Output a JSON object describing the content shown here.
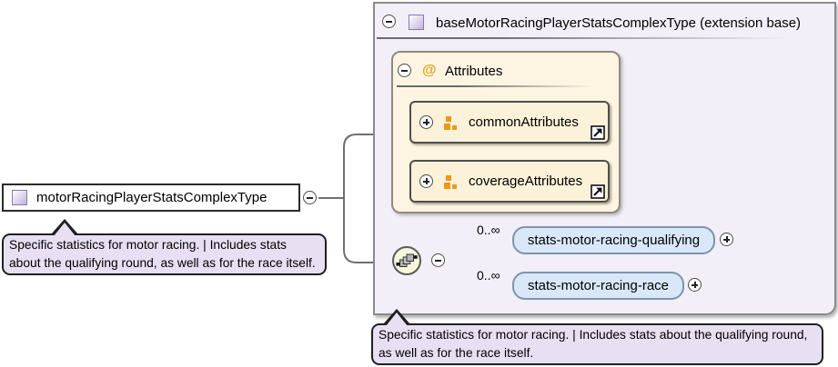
{
  "diagram": {
    "root": {
      "label": "motorRacingPlayerStatsComplexType",
      "annotation": "Specific statistics for motor racing. | Includes stats about the qualifying round, as well as for the race itself."
    },
    "base": {
      "title": "baseMotorRacingPlayerStatsComplexType (extension base)",
      "attributes_section": {
        "label": "Attributes",
        "at_symbol": "@",
        "groups": [
          {
            "label": "commonAttributes"
          },
          {
            "label": "coverageAttributes"
          }
        ]
      },
      "sequence": {
        "elements": [
          {
            "label": "stats-motor-racing-qualifying",
            "cardinality": "0..∞"
          },
          {
            "label": "stats-motor-racing-race",
            "cardinality": "0..∞"
          }
        ]
      },
      "annotation": "Specific statistics for motor racing. | Includes stats about the qualifying round, as well as for the race itself."
    },
    "colors": {
      "container_fill": "#f2eff9",
      "attributes_fill": "#fdf5e2",
      "attribute_group_fill": "#fcf1d9",
      "element_fill": "#d9e8f8",
      "annotation_fill": "#e7e0f2",
      "accent_orange": "#ef9818",
      "icon_purple": "#c3b2dc",
      "wire_gray": "#6e6e6e"
    }
  }
}
